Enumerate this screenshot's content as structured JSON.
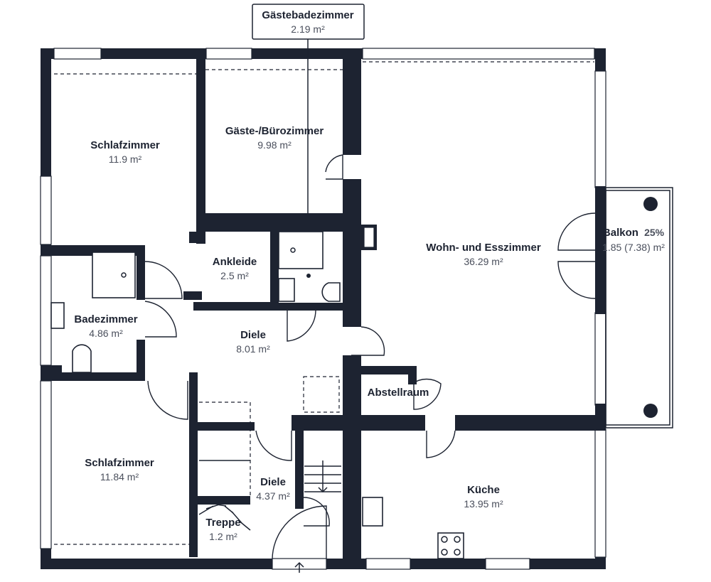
{
  "rooms": {
    "schlafzimmer_1": {
      "name": "Schlafzimmer",
      "area": "11.9 m²"
    },
    "gaeste_buero": {
      "name": "Gäste-/Bürozimmer",
      "area": "9.98 m²"
    },
    "wohn_ess": {
      "name": "Wohn- und Esszimmer",
      "area": "36.29 m²"
    },
    "balkon": {
      "name": "Balkon",
      "share": "25%",
      "area": "1.85 (7.38) m²"
    },
    "ankleide": {
      "name": "Ankleide",
      "area": "2.5 m²"
    },
    "badezimmer": {
      "name": "Badezimmer",
      "area": "4.86 m²"
    },
    "diele_1": {
      "name": "Diele",
      "area": "8.01 m²"
    },
    "abstellraum": {
      "name": "Abstellraum"
    },
    "schlafzimmer_2": {
      "name": "Schlafzimmer",
      "area": "11.84 m²"
    },
    "diele_2": {
      "name": "Diele",
      "area": "4.37 m²"
    },
    "kueche": {
      "name": "Küche",
      "area": "13.95 m²"
    },
    "treppe": {
      "name": "Treppe",
      "area": "1.2 m²"
    }
  },
  "callout": {
    "name": "Gästebadezimmer",
    "area": "2.19 m²"
  },
  "icons": {
    "entrance": "arrow-up-icon"
  },
  "colors": {
    "wall": "#1d2331",
    "background": "#ffffff"
  }
}
